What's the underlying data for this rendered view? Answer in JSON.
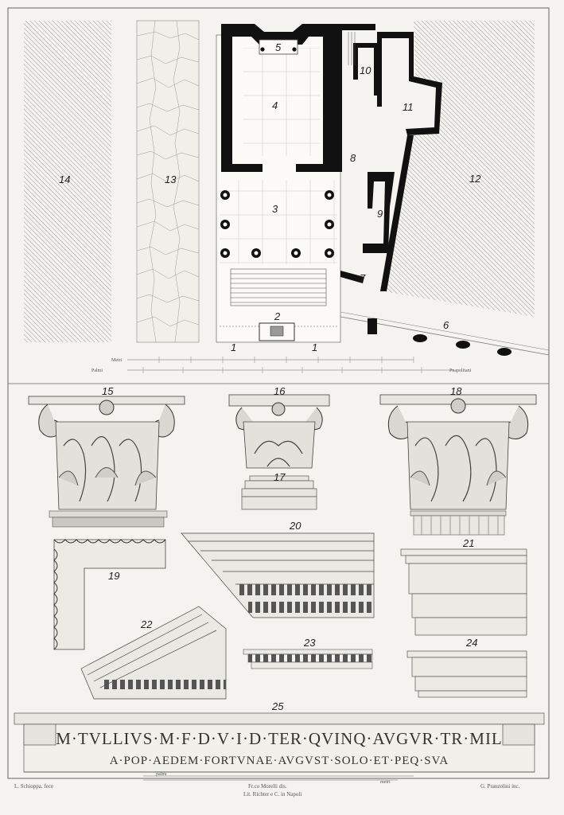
{
  "labels": {
    "n1a": "1",
    "n1b": "1",
    "n2": "2",
    "n3": "3",
    "n4": "4",
    "n5": "5",
    "n6": "6",
    "n7": "7",
    "n8": "8",
    "n9": "9",
    "n10": "10",
    "n11": "11",
    "n12": "12",
    "n13": "13",
    "n14": "14",
    "n15": "15",
    "n16": "16",
    "n17": "17",
    "n18": "18",
    "n19": "19",
    "n20": "20",
    "n21": "21",
    "n22": "22",
    "n23": "23",
    "n24": "24",
    "n25": "25"
  },
  "scale": {
    "metri_label": "Metri",
    "palmi_label": "Palmi",
    "palmi_note": "Pnapolitani"
  },
  "inscription": {
    "line1": "M·TVLLIVS·M·F·D·V·I·D·TER·QVINQ·AVGVR·TR·MIL",
    "line2": "A·POP·AEDEM·FORTVNAE·AVGVST·SOLO·ET·PEQ·SVA"
  },
  "bottom_scale": {
    "palmi": "palmi",
    "metri": "metri"
  },
  "credits": {
    "left": "L. Schioppa. fece",
    "center_top": "Fr.co Morelli dis.",
    "center_bottom": "Lit. Richter e C. in Napoli",
    "right": "G. Pranzolini inc."
  }
}
